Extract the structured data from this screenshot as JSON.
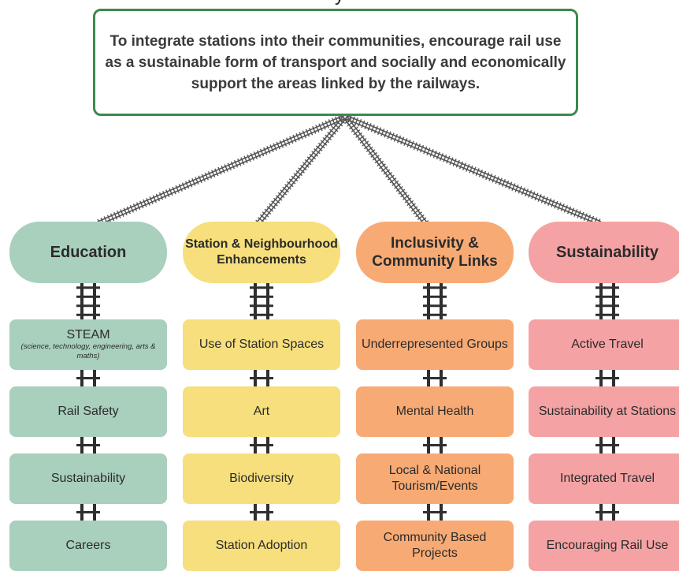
{
  "header_fragment": "y",
  "mission": {
    "text": "To integrate stations into their communities, encourage rail use as a sustainable form of transport and socially and economically support the areas linked by the railways."
  },
  "pillars": [
    {
      "title": "Education",
      "items": [
        {
          "label": "STEAM",
          "sublabel": "(science, technology, engineering, arts & maths)"
        },
        {
          "label": "Rail Safety"
        },
        {
          "label": "Sustainability"
        },
        {
          "label": "Careers"
        }
      ]
    },
    {
      "title": "Station & Neighbourhood Enhancements",
      "items": [
        {
          "label": "Use of Station Spaces"
        },
        {
          "label": "Art"
        },
        {
          "label": "Biodiversity"
        },
        {
          "label": "Station Adoption"
        }
      ]
    },
    {
      "title": "Inclusivity & Community Links",
      "items": [
        {
          "label": "Underrepresented Groups"
        },
        {
          "label": "Mental Health"
        },
        {
          "label": "Local & National Tourism/Events"
        },
        {
          "label": "Community Based Projects"
        }
      ]
    },
    {
      "title": "Sustainability",
      "items": [
        {
          "label": "Active Travel"
        },
        {
          "label": "Sustainability at Stations"
        },
        {
          "label": "Integrated Travel"
        },
        {
          "label": "Encouraging Rail Use"
        }
      ]
    }
  ],
  "colors": {
    "education": "#a9cfbd",
    "station": "#f6df7c",
    "inclusivity": "#f7aa74",
    "sustainability": "#f4a2a3",
    "mission_border": "#3c8a4a",
    "track": "#555555"
  }
}
